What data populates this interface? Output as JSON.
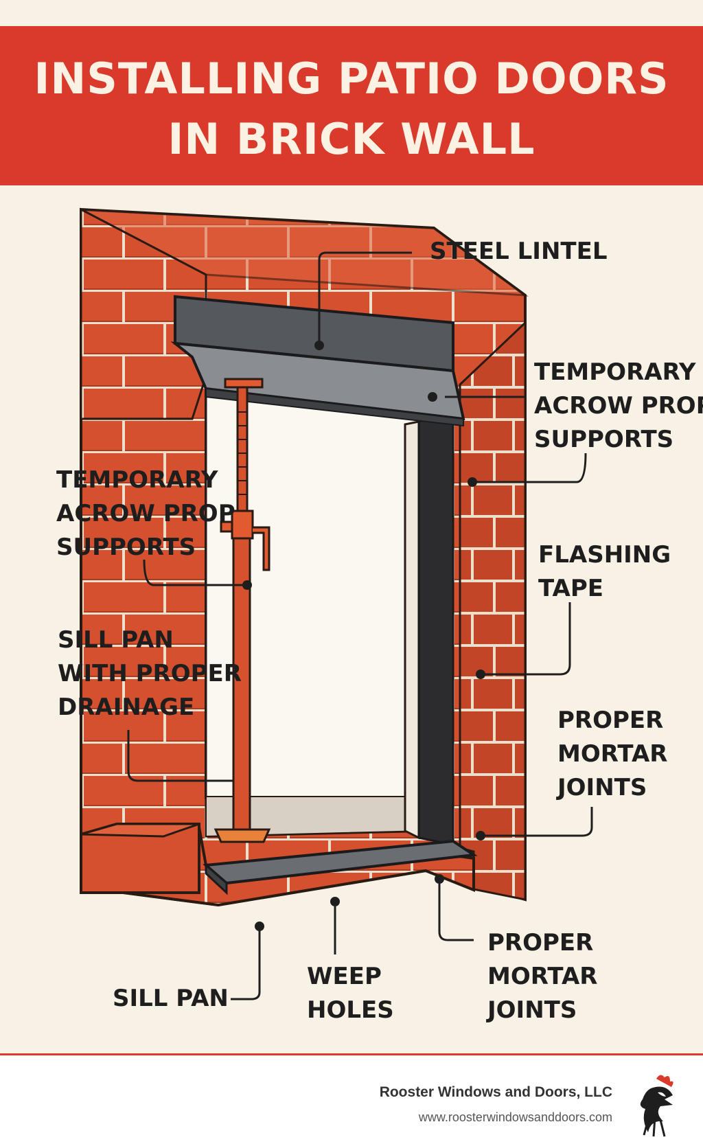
{
  "header": {
    "title_line1": "INSTALLING PATIO DOORS",
    "title_line2": "IN BRICK WALL"
  },
  "labels": {
    "steel_lintel": "STEEL LINTEL",
    "acrow_right": [
      "TEMPORARY",
      "ACROW PROP",
      "SUPPORTS"
    ],
    "acrow_left": [
      "TEMPORARY",
      "ACROW PROP",
      "SUPPORTS"
    ],
    "flashing_tape": [
      "FLASHING",
      "TAPE"
    ],
    "sill_pan_drainage": [
      "SILL PAN",
      "WITH PROPER",
      "DRAINAGE"
    ],
    "mortar_right": [
      "PROPER",
      "MORTAR",
      "JOINTS"
    ],
    "mortar_bottom": [
      "PROPER",
      "MORTAR",
      "JOINTS"
    ],
    "weep_holes": [
      "WEEP",
      "HOLES"
    ],
    "sill_pan": "SILL PAN"
  },
  "footer": {
    "company": "Rooster Windows and Doors, LLC",
    "website": "www.roosterwindowsanddoors.com"
  },
  "colors": {
    "header_red": "#d93a2b",
    "brick": "#d4502e",
    "mortar": "#ece0cc",
    "steel": "#6c6e72",
    "background": "#f8f2e6"
  }
}
